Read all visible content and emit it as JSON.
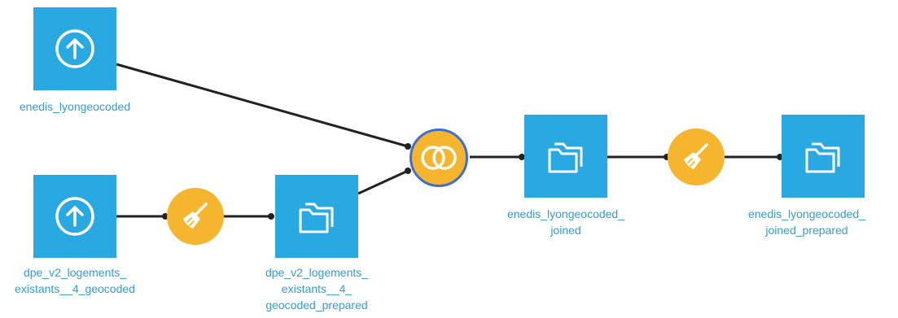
{
  "colors": {
    "dataset_tile": "#28a9e1",
    "recipe_circle": "#f6b52e",
    "join_border": "#3b6fd4",
    "label_text": "#2b9fd9",
    "edge": "#222222"
  },
  "nodes": {
    "enedis_upload": {
      "label": "enedis_lyongeocoded",
      "icon": "upload-icon"
    },
    "dpe_upload": {
      "label": "dpe_v2_logements_\nexistants__4_geocoded",
      "icon": "upload-icon"
    },
    "prepare_recipe_1": {
      "icon": "broom-icon"
    },
    "dpe_prepared": {
      "label": "dpe_v2_logements_\nexistants__4_\ngeocoded_prepared",
      "icon": "folder-icon"
    },
    "join_recipe": {
      "icon": "join-icon"
    },
    "enedis_joined": {
      "label": "enedis_lyongeocoded_\njoined",
      "icon": "folder-icon"
    },
    "prepare_recipe_2": {
      "icon": "broom-icon"
    },
    "enedis_joined_prepared": {
      "label": "enedis_lyongeocoded_\njoined_prepared",
      "icon": "folder-icon"
    }
  }
}
